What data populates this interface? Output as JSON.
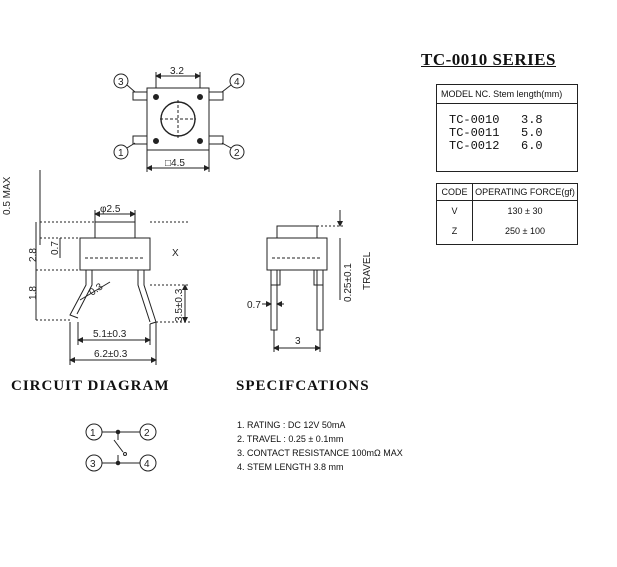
{
  "series_title": "TC-0010  SERIES",
  "model_table": {
    "header": "MODEL NC.  Stem length(mm)",
    "rows": [
      {
        "model": "TC-0010",
        "stem": "3.8"
      },
      {
        "model": "TC-0011",
        "stem": "5.0"
      },
      {
        "model": "TC-0012",
        "stem": "6.0"
      }
    ]
  },
  "force_table": {
    "header_code": "CODE",
    "header_force": "OPERATING FORCE(gf)",
    "rows": [
      {
        "code": "V",
        "force": "130 ± 30"
      },
      {
        "code": "Z",
        "force": "250 ± 100"
      }
    ]
  },
  "headings": {
    "circuit": "CIRCUIT   DIAGRAM",
    "specs": "SPECIFCATIONS"
  },
  "specs": [
    "1. RATING : DC 12V  50mA",
    "2. TRAVEL : 0.25 ± 0.1mm",
    "3. CONTACT RESISTANCE 100mΩ  MAX",
    "4. STEM  LENGTH 3.8 mm"
  ],
  "top_view": {
    "dim_top": "3.2",
    "dim_bottom": "□4.5",
    "pins": [
      "1",
      "2",
      "3",
      "4"
    ]
  },
  "front_view": {
    "dim_stem": "φ2.5",
    "dim_max": "0.5 MAX",
    "dim_28": "2.8",
    "dim_07": "0.7",
    "dim_18": "1.8",
    "dim_03": "0.3",
    "dim_35": "3.5±0.3",
    "dim_51": "5.1±0.3",
    "dim_62": "6.2±0.3",
    "marker": "X"
  },
  "side_view": {
    "dim_travel_val": "0.25±0.1",
    "dim_travel_label": "TRAVEL",
    "dim_07": "0.7",
    "dim_3": "3"
  },
  "circuit": {
    "pins": [
      "1",
      "2",
      "3",
      "4"
    ]
  }
}
